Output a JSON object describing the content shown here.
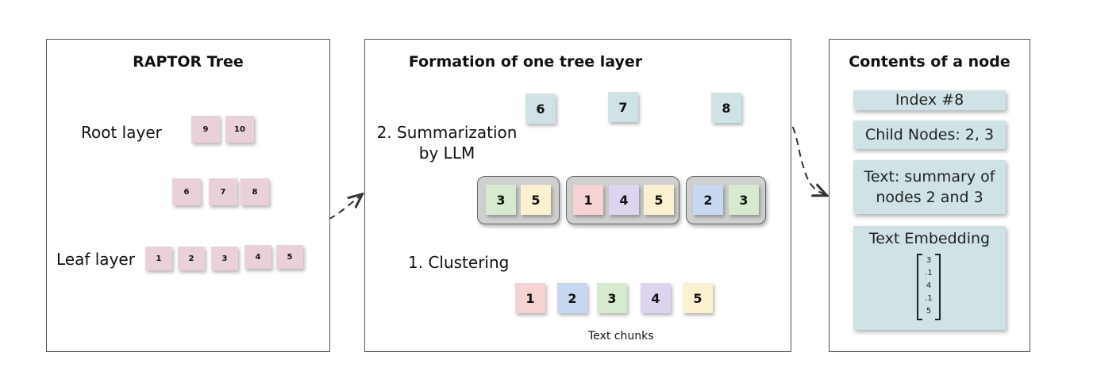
{
  "left_panel": {
    "title": "RAPTOR Tree",
    "root_label": "Root layer",
    "leaf_label": "Leaf layer",
    "root_nodes": [
      "9",
      "10"
    ],
    "middle_nodes": [
      "6",
      "7",
      "8"
    ],
    "leaf_nodes": [
      "1",
      "2",
      "3",
      "4",
      "5"
    ]
  },
  "middle_panel": {
    "title": "Formation of one tree layer",
    "summarization_line1": "2. Summarization",
    "summarization_line2": "by LLM",
    "clustering_label": "1. Clustering",
    "summary_nodes": [
      "6",
      "7",
      "8"
    ],
    "clusters": [
      [
        "3",
        "5"
      ],
      [
        "1",
        "4",
        "5"
      ],
      [
        "2",
        "3"
      ]
    ],
    "chunks": [
      "1",
      "2",
      "3",
      "4",
      "5"
    ],
    "chunks_label": "Text chunks"
  },
  "right_panel": {
    "title": "Contents of a node",
    "index": "Index #8",
    "child_nodes": "Child Nodes: 2, 3",
    "text_line1": "Text:  summary of",
    "text_line2": "nodes 2 and 3",
    "embedding_title": "Text Embedding",
    "embedding_values": [
      "3",
      ".1",
      "4",
      ".1",
      "5"
    ]
  },
  "colors": {
    "pink_node": "#ead0d9",
    "teal_node": "#cfe2e5",
    "cluster_bg": "#cfcfcf",
    "chunk_1": "#f5d3d3",
    "chunk_2": "#c6d9f1",
    "chunk_3": "#d6ead0",
    "chunk_4": "#ddd4ef",
    "chunk_5": "#fbf0cf"
  },
  "icons": [
    "magnifier-icon",
    "dashed-arrow-icon"
  ]
}
